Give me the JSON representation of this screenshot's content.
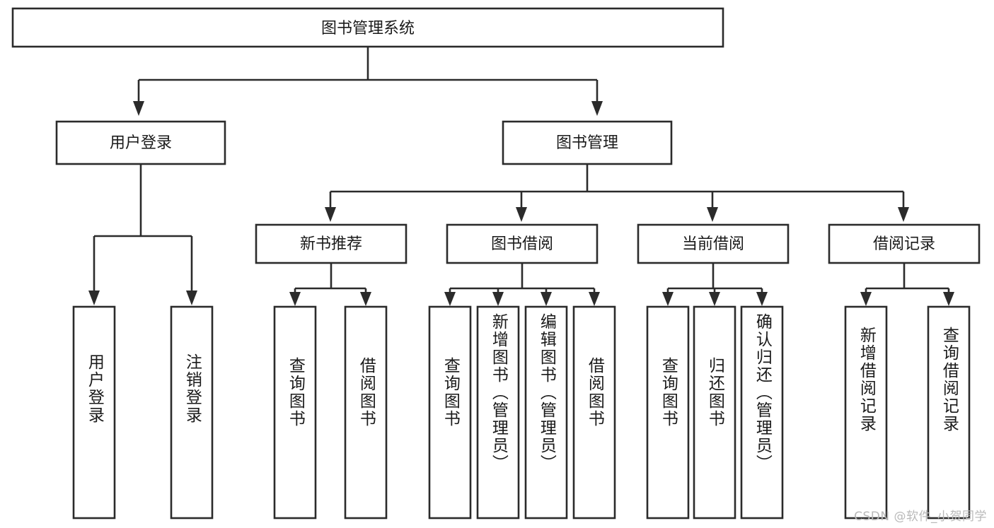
{
  "diagram": {
    "title": "图书管理系统",
    "type": "tree-hierarchy",
    "root": {
      "label": "图书管理系统"
    },
    "level1": [
      {
        "label": "用户登录"
      },
      {
        "label": "图书管理"
      }
    ],
    "level2": [
      {
        "label": "新书推荐"
      },
      {
        "label": "图书借阅"
      },
      {
        "label": "当前借阅"
      },
      {
        "label": "借阅记录"
      }
    ],
    "leaves": {
      "user_login": [
        {
          "label": "用户登录"
        },
        {
          "label": "注销登录"
        }
      ],
      "new_book_recommend": [
        {
          "label": "查询图书"
        },
        {
          "label": "借阅图书"
        }
      ],
      "book_borrow": [
        {
          "label": "查询图书"
        },
        {
          "label": "新增图书（管理员）"
        },
        {
          "label": "编辑图书（管理员）"
        },
        {
          "label": "借阅图书"
        }
      ],
      "current_borrow": [
        {
          "label": "查询图书"
        },
        {
          "label": "归还图书"
        },
        {
          "label": "确认归还（管理员）"
        }
      ],
      "borrow_record": [
        {
          "label": "新增借阅记录"
        },
        {
          "label": "查询借阅记录"
        }
      ]
    }
  },
  "watermark": {
    "text": "CSDN @软件_小贺同学"
  },
  "colors": {
    "stroke": "#2b2b2b",
    "box_fill": "#ffffff",
    "text": "#1a1a1a",
    "watermark": "#b9b9b9",
    "background": "#ffffff"
  }
}
